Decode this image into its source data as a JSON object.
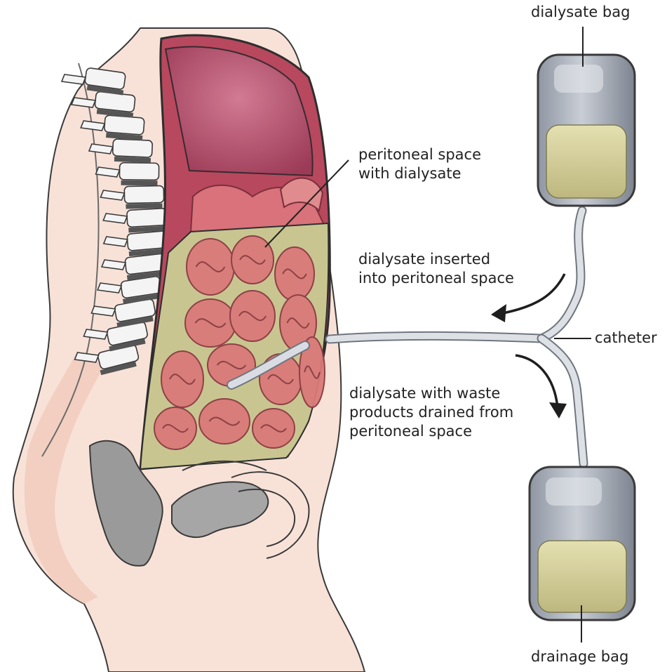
{
  "labels": {
    "dialysate_bag": "dialysate bag",
    "peritoneal_space": [
      "peritoneal space",
      "with dialysate"
    ],
    "dialysate_inserted": [
      "dialysate inserted",
      "into peritoneal space"
    ],
    "catheter": "catheter",
    "dialysate_drained": [
      "dialysate with waste",
      "products drained from",
      "peritoneal space"
    ],
    "drainage_bag": "drainage bag"
  },
  "colors": {
    "skin": "#f8e2d8",
    "outline": "#3a3a3a",
    "liver": "#b2506b",
    "intestine": "#d97a78",
    "dialysate": "#c9c591",
    "bag": "#a7adb8",
    "tube": "#d9dde3",
    "bone": "#f4f4f4"
  },
  "icons": [
    "arrow-in-icon",
    "arrow-out-icon"
  ]
}
